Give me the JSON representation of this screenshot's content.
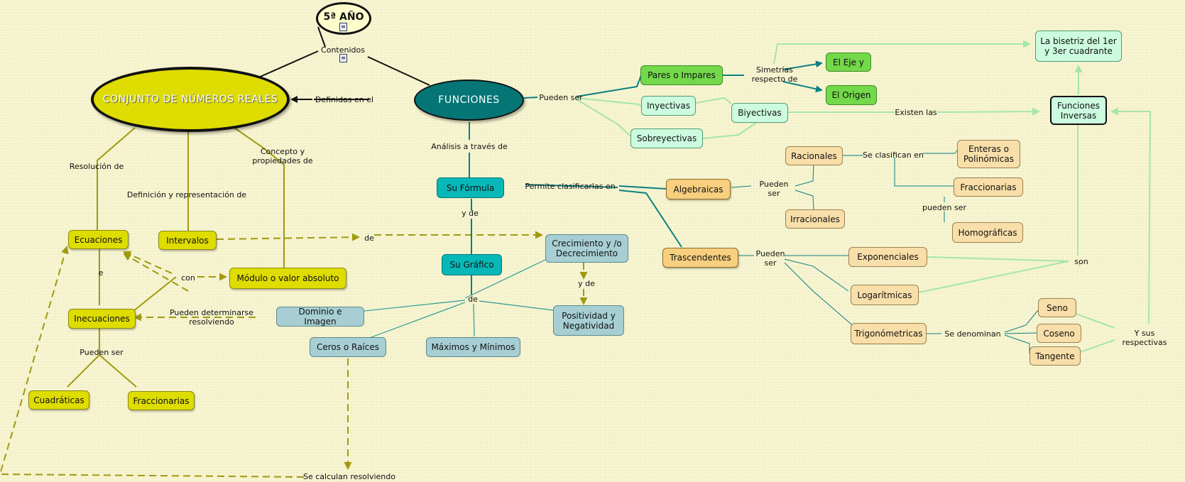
{
  "title": "5ª AÑO",
  "nodes": {
    "conjunto": "CONJUNTO DE NÚMEROS REALES",
    "funciones": "FUNCIONES",
    "ecuaciones": "Ecuaciones",
    "inecuaciones": "Inecuaciones",
    "intervalos": "Intervalos",
    "modulo": "Módulo o valor absoluto",
    "cuadraticas": "Cuadráticas",
    "fraccionarias_ec": "Fraccionarias",
    "su_formula": "Su Fórmula",
    "su_grafico": "Su Gráfico",
    "crecimiento": "Crecimiento y /o\nDecrecimiento",
    "positividad": "Positividad y\nNegatividad",
    "dominio": "Dominio e Imagen",
    "ceros": "Ceros o Raíces",
    "maximos": "Máximos y Mínimos",
    "pares": "Pares o Impares",
    "inyectivas": "Inyectivas",
    "sobreyectivas": "Sobreyectivas",
    "biyectivas": "Biyectivas",
    "eje_y": "El Eje y",
    "origen": "El Origen",
    "bisetriz": "La bisetriz del 1er\ny 3er cuadrante",
    "funciones_inversas": "Funciones\nInversas",
    "algebraicas": "Algebraicas",
    "trascendentes": "Trascendentes",
    "racionales": "Racionales",
    "irracionales": "Irracionales",
    "enteras": "Enteras o\nPolinómicas",
    "fraccionarias_f": "Fraccionarias",
    "homograficas": "Homográficas",
    "exponenciales": "Exponenciales",
    "logaritmicas": "Logarítmicas",
    "trigonometricas": "Trigonómetricas",
    "seno": "Seno",
    "coseno": "Coseno",
    "tangente": "Tangente"
  },
  "labels": {
    "contenidos": "Contenidos",
    "definidas": "Definidas en el",
    "resolucion": "Resolución de",
    "definicion": "Definición y representación de",
    "concepto": "Concepto  y\npropiedades de",
    "e": "e",
    "con": "con",
    "pueden_determinarse": "Pueden determinarse\nresolviendo",
    "pueden_ser_ine": "Pueden ser",
    "de_dashed": "de",
    "se_calculan": "Se calculan resolviendo",
    "analisis": "Análisis a través de",
    "permite": "Permite clasificarlas en",
    "y_de_1": "y de",
    "y_de_2": "y de",
    "de_graf": "de",
    "pueden_ser_fun": "Pueden ser",
    "simetrias": "Simetrías\nrespecto de",
    "existen": "Existen las",
    "pueden_ser_alg": "Pueden\nser",
    "se_clasifican": "Se clasifican en",
    "pueden_ser_frac": "pueden ser",
    "pueden_ser_tras": "Pueden\nser",
    "son": "son",
    "se_denominan": "Se denominan",
    "y_sus": "Y sus respectivas"
  },
  "colors": {
    "olive_line": "#a09a10",
    "teal_line": "#0c7f80",
    "light_green_line": "#a6e6a6",
    "dark_line": "#111111"
  }
}
